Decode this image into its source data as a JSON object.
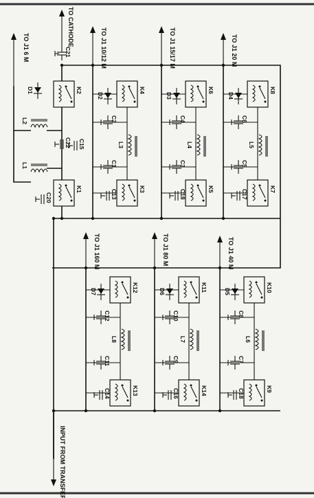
{
  "labels": {
    "to_cathode": "TO CATHODE",
    "input": "INPUT FROM TRANSFER RELAY",
    "band_6m": "TO J1 6 M",
    "band_10_12m": "TO J1 10/12 M",
    "band_15_17m": "TO J1 15/17 M",
    "band_20m": "TO J1 20 M",
    "band_160m": "TO J1 160 M",
    "band_80m": "TO J1 80 M",
    "band_40m": "TO J1 40 M"
  },
  "relays": [
    "K1",
    "K2",
    "K3",
    "K4",
    "K5",
    "K6",
    "K7",
    "K8",
    "K9",
    "K10",
    "K11",
    "K12",
    "K13",
    "K14"
  ],
  "diodes": [
    "D1",
    "D2",
    "D3",
    "D4",
    "D5",
    "D6",
    "D7"
  ],
  "inductors": [
    "L1",
    "L2",
    "L3",
    "L4",
    "L5",
    "L6",
    "L7",
    "L8"
  ],
  "capacitors": [
    "C1",
    "C2",
    "C3",
    "C4",
    "C5",
    "C6",
    "C7",
    "C8",
    "C9",
    "C10",
    "C11",
    "C12",
    "C13",
    "C14",
    "C15",
    "C16",
    "C17",
    "C18",
    "C19",
    "C20",
    "C21",
    "C22"
  ]
}
